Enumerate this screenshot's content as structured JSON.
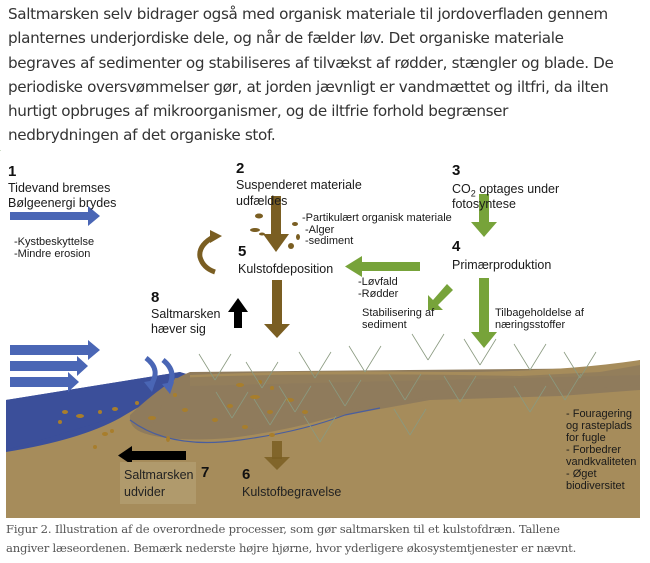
{
  "intro": {
    "lines": [
      "Saltmarsken selv bidrager også med organisk materiale til jordoverfladen gennem",
      "planternes underjordiske dele, og når de fælder løv. Det organiske materiale",
      "begraves af sedimenter og stabiliseres af tilvækst af rødder, stængler og blade. De",
      "periodiske oversvømmelser gør, at jorden jævnligt er vandmættet og iltfri, da ilten",
      "hurtigt opbruges af mikroorganismer, og de iltfrie forhold begrænser",
      "nedbrydningen af det organiske stof."
    ]
  },
  "diagram": {
    "colors": {
      "water": "#3b4f9a",
      "wave_arrow": "#4a66b5",
      "soil": "#a68c5b",
      "marsh_soil": "#8f7b5c",
      "organic_arrow": "#7a5e22",
      "green_arrow": "#77a33a",
      "black_arrow": "#000000",
      "grass": "#5a9a3a"
    },
    "steps": [
      {
        "number": "1",
        "lines": [
          "Tidevand bremses",
          "Bølgeenergi brydes"
        ],
        "notes": [
          "-Kystbeskyttelse",
          "-Mindre erosion"
        ]
      },
      {
        "number": "2",
        "lines": [
          "Suspenderet materiale",
          "udfældes"
        ],
        "notes": [
          "-Partikulært organisk materiale",
          "-Alger",
          "-sediment"
        ]
      },
      {
        "number": "3",
        "co2_prefix": "CO",
        "co2_sub": "2",
        "co2_rest": " optages under",
        "line2": "fotosyntese"
      },
      {
        "number": "4",
        "lines": [
          "Primærproduktion"
        ]
      },
      {
        "number": "5",
        "lines": [
          "Kulstofdeposition"
        ],
        "notes": [
          "-Løvfald",
          "-Rødder"
        ]
      },
      {
        "number": "6",
        "lines": [
          "Kulstofbegravelse"
        ]
      },
      {
        "number": "7",
        "lines": [
          "Saltmarsken",
          "udvider"
        ]
      },
      {
        "number": "8",
        "lines": [
          "Saltmarsken",
          "hæver sig"
        ]
      }
    ],
    "stabilisering": [
      "Stabilisering af",
      "sediment"
    ],
    "tilbageholdelse": [
      "Tilbageholdelse af",
      "næringsstoffer"
    ],
    "ecosystem_services": [
      "- Fouragering",
      "og rasteplads",
      "for fugle",
      "- Forbedrer",
      "vandkvaliteten",
      "- Øget",
      "biodiversitet"
    ]
  },
  "caption": {
    "lines": [
      "Figur 2. Illustration af de overordnede processer, som gør saltmarsken til et kulstofdræn. Tallene",
      "angiver læseordenen. Bemærk nederste højre hjørne, hvor yderligere økosystemtjenester er nævnt."
    ]
  }
}
